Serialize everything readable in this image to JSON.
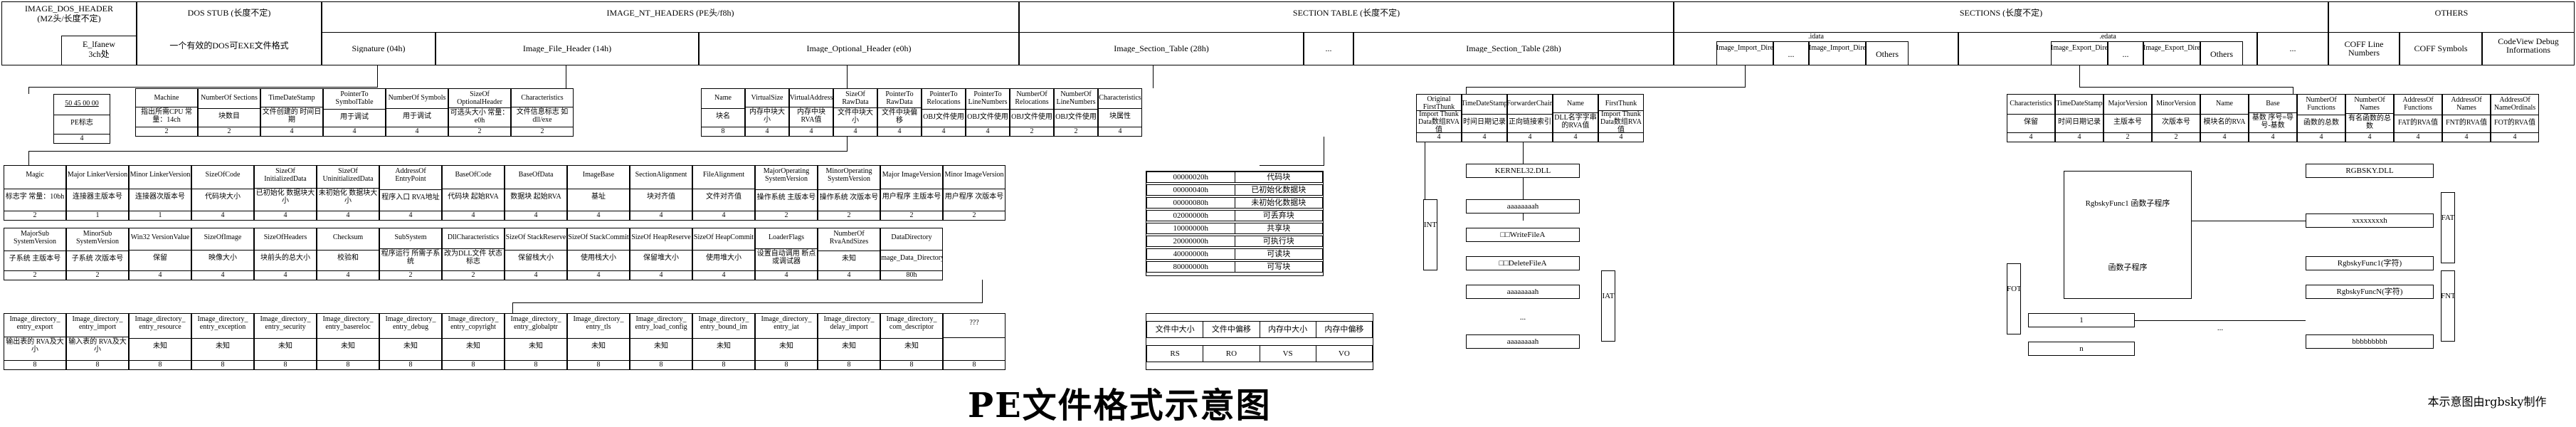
{
  "header": {
    "dos_header": "IMAGE_DOS_HEADER",
    "dos_header_sub": "(MZ头/长度不定)",
    "dos_stub": "DOS STUB (长度不定)",
    "dos_stub_desc": "一个有效的DOS可EXE文件格式",
    "e_lfanew": "E_lfanew",
    "e_lfanew_off": "3ch处",
    "nt_headers": "IMAGE_NT_HEADERS (PE头/f8h)",
    "signature": "Signature (04h)",
    "file_header": "Image_File_Header (14h)",
    "optional_header": "Image_Optional_Header (e0h)",
    "section_table": "SECTION TABLE (长度不定)",
    "section_table_1": "Image_Section_Table (28h)",
    "section_table_2": "Image_Section_Table (28h)",
    "sections": "SECTIONS (长度不定)",
    "idata": ".idata",
    "edata": ".edata",
    "import_dir": "Image_Import_Directory",
    "export_dir": "Image_Export_Directory",
    "others_label": "Others",
    "ellipsis": "...",
    "others": "OTHERS",
    "coff_line": "COFF Line Numbers",
    "coff_symbols": "COFF Symbols",
    "codeview": "CodeView Debug Informations"
  },
  "signature_box": {
    "value": "50 45 00 00",
    "desc": "PE标志",
    "size": "4"
  },
  "file_header_fields": [
    {
      "name": "Machine",
      "desc": "指出所需CPU 常量：14ch",
      "size": "2"
    },
    {
      "name": "NumberOf Sections",
      "desc": "块数目",
      "size": "2"
    },
    {
      "name": "TimeDateStamp",
      "desc": "文件创建的 时间日期",
      "size": "4"
    },
    {
      "name": "PointerTo SymbolTable",
      "desc": "用于调试",
      "size": "4"
    },
    {
      "name": "NumberOf Symbols",
      "desc": "用于调试",
      "size": "4"
    },
    {
      "name": "SizeOf OptionalHeader",
      "desc": "可选头大小 常量：e0h",
      "size": "2"
    },
    {
      "name": "Characteristics",
      "desc": "文件信息标志 如dll/exe",
      "size": "2"
    }
  ],
  "section_fields": [
    {
      "name": "Name",
      "desc": "块名",
      "size": "8"
    },
    {
      "name": "VirtualSize",
      "desc": "内存中块大小",
      "size": "4"
    },
    {
      "name": "VirtualAddress",
      "desc": "内存中块RVA值",
      "size": "4"
    },
    {
      "name": "SizeOf RawData",
      "desc": "文件中块大小",
      "size": "4"
    },
    {
      "name": "PointerTo RawData",
      "desc": "文件中块偏移",
      "size": "4"
    },
    {
      "name": "PointerTo Relocations",
      "desc": "OBJ文件使用",
      "size": "4"
    },
    {
      "name": "PointerTo LineNumbers",
      "desc": "OBJ文件使用",
      "size": "4"
    },
    {
      "name": "NumberOf Relocations",
      "desc": "OBJ文件使用",
      "size": "2"
    },
    {
      "name": "NumberOf LineNumbers",
      "desc": "OBJ文件使用",
      "size": "2"
    },
    {
      "name": "Characteristics",
      "desc": "块属性",
      "size": "4"
    }
  ],
  "import_fields": [
    {
      "name": "Original FirstThunk",
      "desc": "Import Thunk Data数组RVA值",
      "size": "4"
    },
    {
      "name": "TimeDateStamp",
      "desc": "时间日期记录",
      "size": "4"
    },
    {
      "name": "ForwarderChain",
      "desc": "正向链接索引",
      "size": "4"
    },
    {
      "name": "Name",
      "desc": "DLL名字字串 的RVA值",
      "size": "4"
    },
    {
      "name": "FirstThunk",
      "desc": "Import Thunk Data数组RVA值",
      "size": "4"
    }
  ],
  "export_fields": [
    {
      "name": "Characteristics",
      "desc": "保留",
      "size": "4"
    },
    {
      "name": "TimeDateStamp",
      "desc": "时间日期记录",
      "size": "4"
    },
    {
      "name": "MajorVersion",
      "desc": "主版本号",
      "size": "2"
    },
    {
      "name": "MinorVersion",
      "desc": "次版本号",
      "size": "2"
    },
    {
      "name": "Name",
      "desc": "模块名的RVA",
      "size": "4"
    },
    {
      "name": "Base",
      "desc": "基数 序号=导号-基数",
      "size": "4"
    },
    {
      "name": "NumberOf Functions",
      "desc": "函数的总数",
      "size": "4"
    },
    {
      "name": "NumberOf Names",
      "desc": "有名函数的总数",
      "size": "4"
    },
    {
      "name": "AddressOf Functions",
      "desc": "FAT的RVA值",
      "size": "4"
    },
    {
      "name": "AddressOf Names",
      "desc": "FNT的RVA值",
      "size": "4"
    },
    {
      "name": "AddressOf NameOrdinals",
      "desc": "FOT的RVA值",
      "size": "4"
    }
  ],
  "optional_row1": [
    {
      "name": "Magic",
      "desc": "标志字 常量：10bh",
      "size": "2"
    },
    {
      "name": "Major LinkerVersion",
      "desc": "连接器主版本号",
      "size": "1"
    },
    {
      "name": "Minor LinkerVersion",
      "desc": "连接器次版本号",
      "size": "1"
    },
    {
      "name": "SizeOfCode",
      "desc": "代码块大小",
      "size": "4"
    },
    {
      "name": "SizeOf InitializedData",
      "desc": "已初始化 数据块大小",
      "size": "4"
    },
    {
      "name": "SizeOf UninitializedData",
      "desc": "未初始化 数据块大小",
      "size": "4"
    },
    {
      "name": "AddressOf EntryPoint",
      "desc": "程序入口 RVA地址",
      "size": "4"
    },
    {
      "name": "BaseOfCode",
      "desc": "代码块 起始RVA",
      "size": "4"
    },
    {
      "name": "BaseOfData",
      "desc": "数据块 起始RVA",
      "size": "4"
    },
    {
      "name": "ImageBase",
      "desc": "基址",
      "size": "4"
    },
    {
      "name": "SectionAlignment",
      "desc": "块对齐值",
      "size": "4"
    },
    {
      "name": "FileAlignment",
      "desc": "文件对齐值",
      "size": "4"
    },
    {
      "name": "MajorOperating SystemVersion",
      "desc": "操作系统 主版本号",
      "size": "2"
    },
    {
      "name": "MinorOperating SystemVersion",
      "desc": "操作系统 次版本号",
      "size": "2"
    },
    {
      "name": "Major ImageVersion",
      "desc": "用户程序 主版本号",
      "size": "2"
    },
    {
      "name": "Minor ImageVersion",
      "desc": "用户程序 次版本号",
      "size": "2"
    }
  ],
  "optional_row2": [
    {
      "name": "MajorSub SystemVersion",
      "desc": "子系统 主版本号",
      "size": "2"
    },
    {
      "name": "MinorSub SystemVersion",
      "desc": "子系统 次版本号",
      "size": "2"
    },
    {
      "name": "Win32 VersionValue",
      "desc": "保留",
      "size": "4"
    },
    {
      "name": "SizeOfImage",
      "desc": "映像大小",
      "size": "4"
    },
    {
      "name": "SizeOfHeaders",
      "desc": "块前头的总大小",
      "size": "4"
    },
    {
      "name": "Checksum",
      "desc": "校验和",
      "size": "4"
    },
    {
      "name": "SubSystem",
      "desc": "程序运行 所需子系统",
      "size": "2"
    },
    {
      "name": "DllCharacteristics",
      "desc": "改为DLL文件 状态标志",
      "size": "2"
    },
    {
      "name": "SizeOf StackReserve",
      "desc": "保留栈大小",
      "size": "4"
    },
    {
      "name": "SizeOf StackCommit",
      "desc": "使用栈大小",
      "size": "4"
    },
    {
      "name": "SizeOf HeapReserve",
      "desc": "保留堆大小",
      "size": "4"
    },
    {
      "name": "SizeOf HeapCommit",
      "desc": "使用堆大小",
      "size": "4"
    },
    {
      "name": "LoaderFlags",
      "desc": "设置自动调用 断点或调试器",
      "size": "4"
    },
    {
      "name": "NumberOf RvaAndSizes",
      "desc": "未知",
      "size": "4"
    },
    {
      "name": "DataDirectory",
      "desc": "Image_Data_Directory",
      "size": "80h"
    }
  ],
  "data_dirs": [
    {
      "name": "Image_directory_ entry_export",
      "desc": "输出表的 RVA及大小",
      "size": "8"
    },
    {
      "name": "Image_directory_ entry_import",
      "desc": "输入表的 RVA及大小",
      "size": "8"
    },
    {
      "name": "Image_directory_ entry_resource",
      "desc": "未知",
      "size": "8"
    },
    {
      "name": "Image_directory_ entry_exception",
      "desc": "未知",
      "size": "8"
    },
    {
      "name": "Image_directory_ entry_security",
      "desc": "未知",
      "size": "8"
    },
    {
      "name": "Image_directory_ entry_basereloc",
      "desc": "未知",
      "size": "8"
    },
    {
      "name": "Image_directory_ entry_debug",
      "desc": "未知",
      "size": "8"
    },
    {
      "name": "Image_directory_ entry_copyright",
      "desc": "未知",
      "size": "8"
    },
    {
      "name": "Image_directory_ entry_globalptr",
      "desc": "未知",
      "size": "8"
    },
    {
      "name": "Image_directory_ entry_tls",
      "desc": "未知",
      "size": "8"
    },
    {
      "name": "Image_directory_ entry_load_config",
      "desc": "未知",
      "size": "8"
    },
    {
      "name": "Image_directory_ entry_bound_im",
      "desc": "未知",
      "size": "8"
    },
    {
      "name": "Image_directory_ entry_iat",
      "desc": "未知",
      "size": "8"
    },
    {
      "name": "Image_directory_ delay_import",
      "desc": "未知",
      "size": "8"
    },
    {
      "name": "Image_directory_ com_descriptor",
      "desc": "未知",
      "size": "8"
    },
    {
      "name": "???",
      "desc": "",
      "size": "8"
    }
  ],
  "characteristics_table": [
    {
      "value": "00000020h",
      "desc": "代码块"
    },
    {
      "value": "00000040h",
      "desc": "已初始化数据块"
    },
    {
      "value": "00000080h",
      "desc": "未初始化数据块"
    },
    {
      "value": "02000000h",
      "desc": "可丢弃块"
    },
    {
      "value": "10000000h",
      "desc": "共享块"
    },
    {
      "value": "20000000h",
      "desc": "可执行块"
    },
    {
      "value": "40000000h",
      "desc": "可读块"
    },
    {
      "value": "80000000h",
      "desc": "可写块"
    }
  ],
  "size_legend": {
    "headers": [
      "文件中大小",
      "文件中偏移",
      "内存中大小",
      "内存中偏移"
    ],
    "values": [
      "RS",
      "RO",
      "VS",
      "VO"
    ]
  },
  "iat": {
    "dll_name": "KERNEL32.DLL",
    "entry": "aaaaaaaah",
    "item1": "□□WriteFileA",
    "item2": "□□DeleteFileA",
    "int_label": "INT",
    "iat_label": "IAT",
    "dots": "..."
  },
  "export_diagram": {
    "dll_name": "RGBSKY.DLL",
    "func1": "RgbskyFunc1 函数子程序",
    "func_generic": "函数子程序",
    "fat_entry": "xxxxxxxxh",
    "fnt_entry1": "RgbskyFunc1(字符)",
    "fnt_entry2": "RgbskyFuncN(字符)",
    "fnt_entry3": "bbbbbbbbh",
    "fot_1": "1",
    "fot_n": "n",
    "fat_label": "FAT",
    "fnt_label": "FNT",
    "fot_label": "FOT",
    "dots": "..."
  },
  "title": "PE文件格式示意图",
  "author": "本示意图由rgbsky制作"
}
